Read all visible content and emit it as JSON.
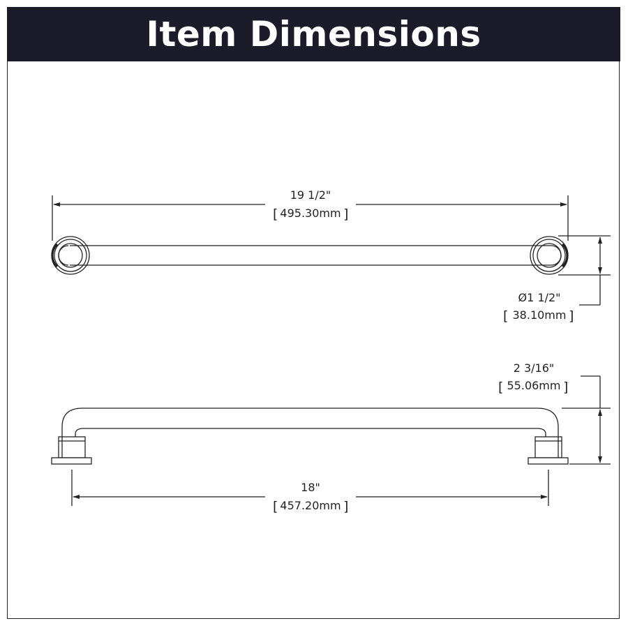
{
  "header": {
    "title": "Item Dimensions"
  },
  "colors": {
    "header_bg": "#1b1b29",
    "header_text": "#ffffff",
    "line": "#222222"
  },
  "dimensions": {
    "overall_length": {
      "imperial": "19 1/2\"",
      "metric": "495.30mm"
    },
    "diameter": {
      "imperial": "Ø1 1/2\"",
      "metric": "38.10mm"
    },
    "projection": {
      "imperial": "2 3/16\"",
      "metric": "55.06mm"
    },
    "center_to_center": {
      "imperial": "18\"",
      "metric": "457.20mm"
    }
  }
}
